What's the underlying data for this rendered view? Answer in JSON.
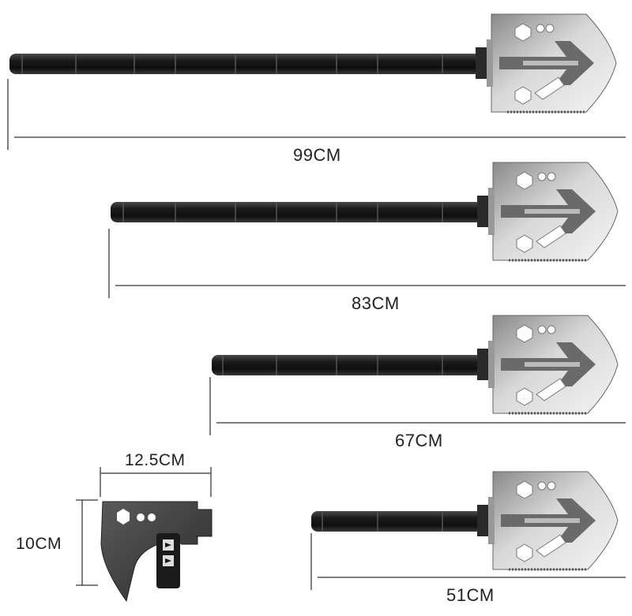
{
  "measurements": {
    "full_length": "99CM",
    "long_length": "83CM",
    "mid_length": "67CM",
    "short_length": "51CM",
    "axe_width": "12.5CM",
    "axe_height": "10CM"
  },
  "colors": {
    "handle": "#1e1e1e",
    "blade_light": "#e6e6e6",
    "blade_dark": "#7a7a7a",
    "axe_head": "#3a3a3a",
    "dimension_line": "#555555",
    "background": "#ffffff"
  }
}
